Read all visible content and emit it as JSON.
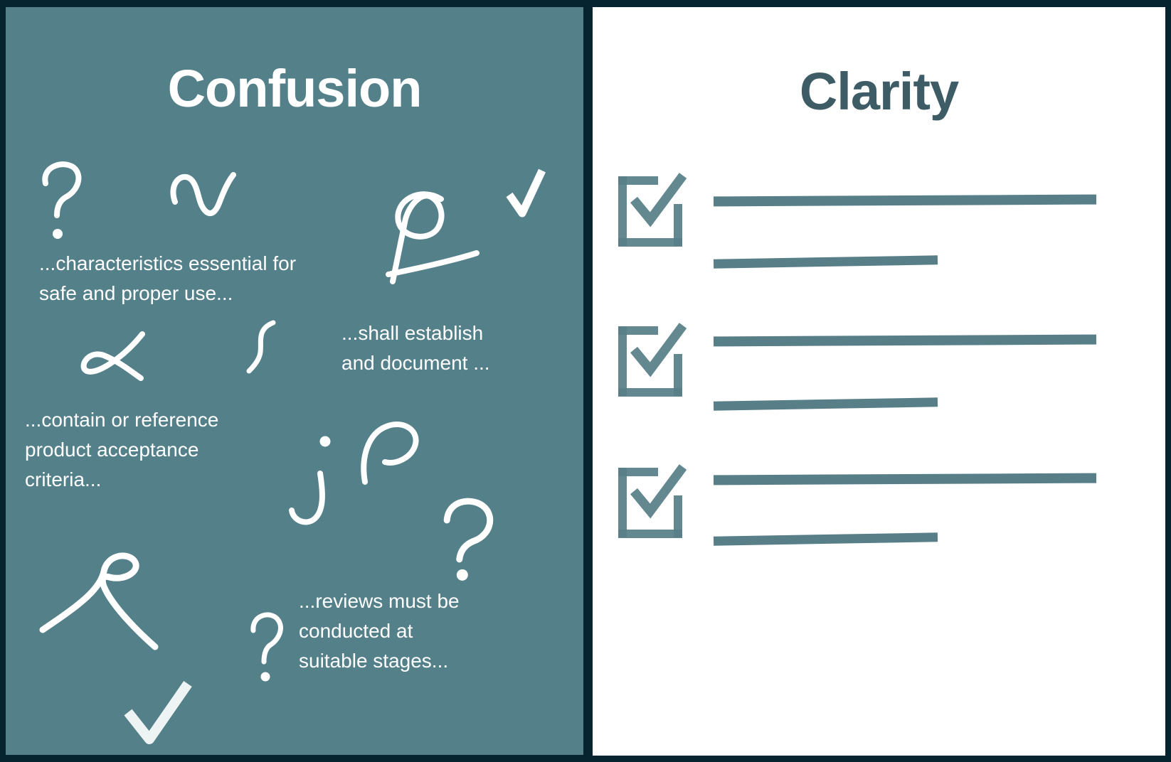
{
  "colors": {
    "navy": "#062330",
    "teal": "#54808a",
    "white": "#ffffff",
    "title_dark": "#3e5c66",
    "stroke": "#587f88",
    "check_soft": "#eef3f3"
  },
  "panels": {
    "confusion": {
      "title": "Confusion",
      "quotes": [
        {
          "text": "...characteristics essential for\nsafe and proper use..."
        },
        {
          "text": "...shall establish\nand document ..."
        },
        {
          "text": "...contain or reference\nproduct acceptance\ncriteria..."
        },
        {
          "text": "...reviews must be\nconducted at\nsuitable stages..."
        }
      ],
      "doodles": [
        "question-mark-hook-icon",
        "curled-check-squiggle-icon",
        "balloon-tail-squiggle-icon",
        "checkmark-icon",
        "alpha-loop-squiggle-icon",
        "s-curve-squiggle-icon",
        "dot-icon",
        "open-curve-squiggle-icon",
        "j-hook-squiggle-icon",
        "ribbon-loop-squiggle-icon",
        "question-mark-small-icon",
        "question-mark-large-icon",
        "checkmark-icon"
      ]
    },
    "clarity": {
      "title": "Clarity",
      "items": [
        {
          "icon": "checked-checkbox-icon",
          "lines": [
            "long",
            "short"
          ]
        },
        {
          "icon": "checked-checkbox-icon",
          "lines": [
            "long",
            "short"
          ]
        },
        {
          "icon": "checked-checkbox-icon",
          "lines": [
            "long",
            "short"
          ]
        }
      ]
    }
  }
}
